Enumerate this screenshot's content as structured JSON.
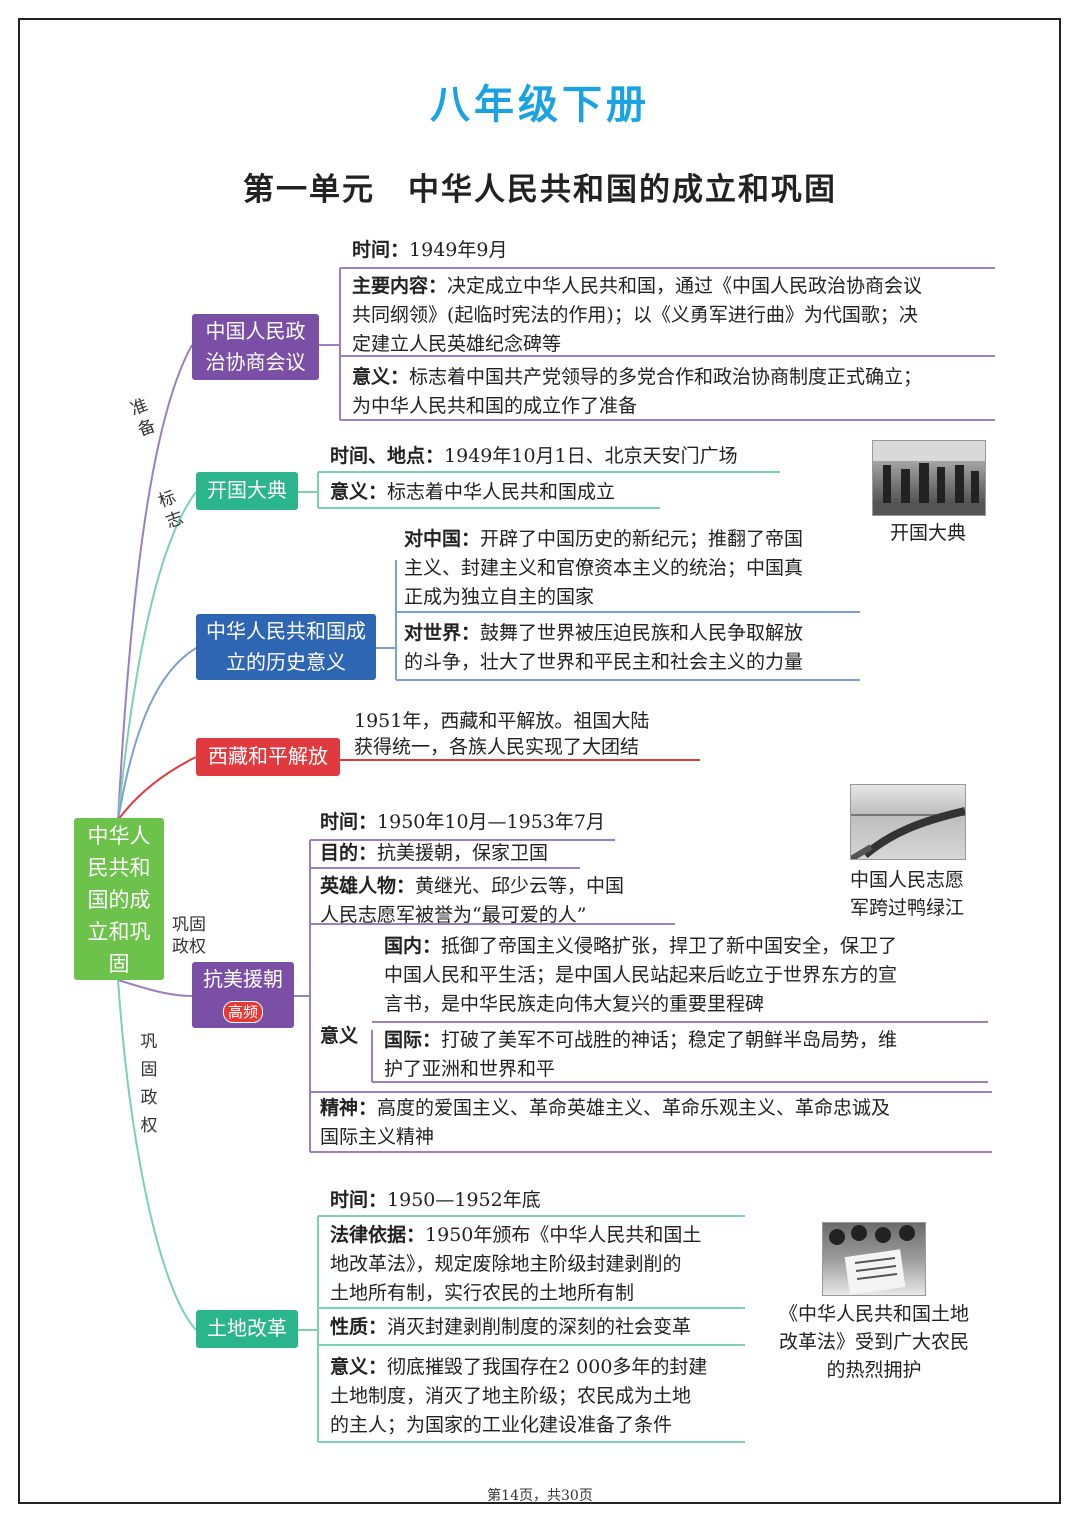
{
  "title": "八年级下册",
  "unit_title": "第一单元　中华人民共和国的成立和巩固",
  "root": "中华人民共和国的成立和巩固",
  "branch_labels": {
    "prepare": "准备",
    "mark": "标志",
    "consolidate1": "巩固政权",
    "consolidate2": "巩固政权"
  },
  "cppcc": {
    "node": "中国人民政治协商会议",
    "time_label": "时间：",
    "time": "1949年9月",
    "content_label": "主要内容：",
    "content_lines": [
      "决定成立中华人民共和国，通过《中国人民政治协商会议",
      "共同纲领》(起临时宪法的作用)；以《义勇军进行曲》为代国歌；决",
      "定建立人民英雄纪念碑等"
    ],
    "meaning_label": "意义：",
    "meaning_lines": [
      "标志着中国共产党领导的多党合作和政治协商制度正式确立；",
      "为中华人民共和国的成立作了准备"
    ]
  },
  "ceremony": {
    "node": "开国大典",
    "time_label": "时间、地点：",
    "time": "1949年10月1日、北京天安门广场",
    "meaning_label": "意义：",
    "meaning": "标志着中华人民共和国成立",
    "photo_caption": "开国大典"
  },
  "significance": {
    "node": "中华人民共和国成立的历史意义",
    "china_label": "对中国：",
    "china_lines": [
      "开辟了中国历史的新纪元；推翻了帝国",
      "主义、封建主义和官僚资本主义的统治；中国真",
      "正成为独立自主的国家"
    ],
    "world_label": "对世界：",
    "world_lines": [
      "鼓舞了世界被压迫民族和人民争取解放",
      "的斗争，壮大了世界和平民主和社会主义的力量"
    ]
  },
  "tibet": {
    "node": "西藏和平解放",
    "lines": [
      "1951年，西藏和平解放。祖国大陆",
      "获得统一，各族人民实现了大团结"
    ]
  },
  "korea": {
    "node": "抗美援朝",
    "badge": "高频",
    "time_label": "时间：",
    "time": "1950年10月—1953年7月",
    "goal_label": "目的：",
    "goal": "抗美援朝，保家卫国",
    "hero_label": "英雄人物：",
    "hero_lines": [
      "黄继光、邱少云等，中国",
      "人民志愿军被誉为“最可爱的人”"
    ],
    "meaning_label": "意义",
    "domestic_label": "国内：",
    "domestic_lines": [
      "抵御了帝国主义侵略扩张，捍卫了新中国安全，保卫了",
      "中国人民和平生活；是中国人民站起来后屹立于世界东方的宣",
      "言书，是中华民族走向伟大复兴的重要里程碑"
    ],
    "intl_label": "国际：",
    "intl_lines": [
      "打破了美军不可战胜的神话；稳定了朝鲜半岛局势，维",
      "护了亚洲和世界和平"
    ],
    "spirit_label": "精神：",
    "spirit_lines": [
      "高度的爱国主义、革命英雄主义、革命乐观主义、革命忠诚及",
      "国际主义精神"
    ],
    "photo_caption_lines": [
      "中国人民志愿",
      "军跨过鸭绿江"
    ]
  },
  "land": {
    "node": "土地改革",
    "time_label": "时间：",
    "time": "1950—1952年底",
    "law_label": "法律依据：",
    "law_lines": [
      "1950年颁布《中华人民共和国土",
      "地改革法》，规定废除地主阶级封建剥削的",
      "土地所有制，实行农民的土地所有制"
    ],
    "nature_label": "性质：",
    "nature": "消灭封建剥削制度的深刻的社会变革",
    "meaning_label": "意义：",
    "meaning_lines": [
      "彻底摧毁了我国存在2 000多年的封建",
      "土地制度，消灭了地主阶级；农民成为土地",
      "的主人；为国家的工业化建设准备了条件"
    ],
    "photo_caption_lines": [
      "《中华人民共和国土地",
      "改革法》受到广大农民",
      "的热烈拥护"
    ]
  },
  "footer": "第14页，共30页",
  "colors": {
    "title": "#1aa3e0",
    "purple": "#7b4fa6",
    "teal": "#2bb58d",
    "blue": "#2f66b3",
    "red": "#e0393e",
    "green": "#6cc24a"
  }
}
